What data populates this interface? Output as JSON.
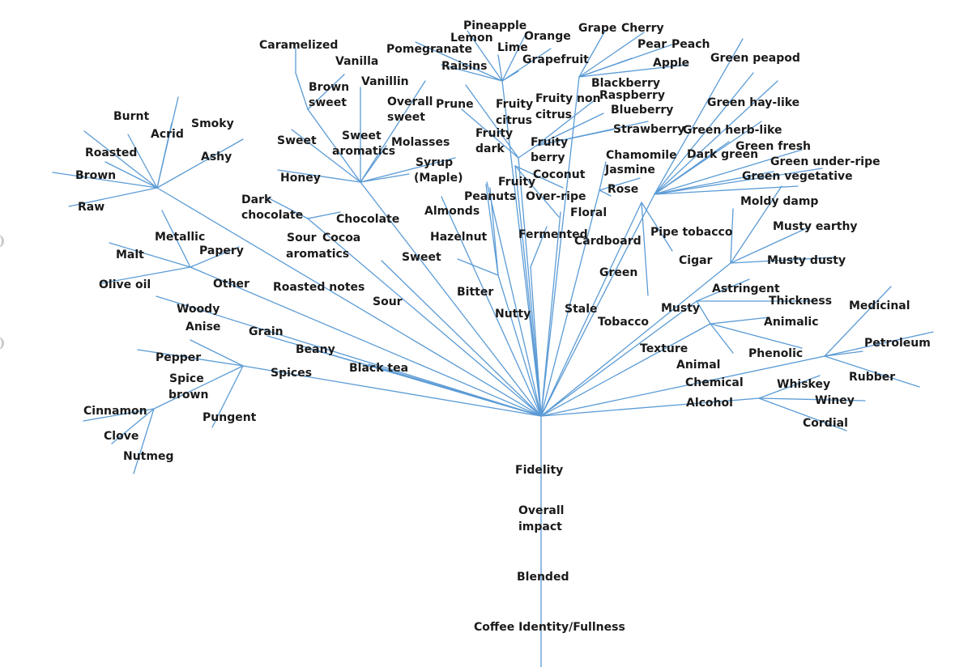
{
  "colors": {
    "branch": "#5b9bd5",
    "text": "#1a1a1a",
    "background": "#ffffff"
  },
  "labels": {
    "pineapple": "Pineapple",
    "lemon": "Lemon",
    "orange": "Orange",
    "lime": "Lime",
    "grape": "Grape",
    "cherry": "Cherry",
    "pear": "Pear",
    "peach": "Peach",
    "grapefruit": "Grapefruit",
    "apple": "Apple",
    "pomegranate": "Pomegranate",
    "raisins": "Raisins",
    "green_peapod": "Green peapod",
    "caramelized": "Caramelized",
    "vanilla": "Vanilla",
    "vanillin": "Vanillin",
    "brown_sweet_1": "Brown",
    "brown_sweet_2": "sweet",
    "overall_sweet_1": "Overall",
    "overall_sweet_2": "sweet",
    "prune": "Prune",
    "fruity_citrus_1": "Fruity",
    "fruity_citrus_2": "citrus",
    "fruity_non_citrus_1": "Fruity non",
    "fruity_non_citrus_2": "citrus",
    "blackberry": "Blackberry",
    "raspberry": "Raspberry",
    "blueberry": "Blueberry",
    "strawberry": "Strawberry",
    "green_hay_like": "Green hay-like",
    "green_herb_like": "Green herb-like",
    "dark_green": "Dark green",
    "green_fresh": "Green fresh",
    "green_under_ripe": "Green under-ripe",
    "green_vegetative": "Green vegetative",
    "burnt": "Burnt",
    "acrid": "Acrid",
    "smoky": "Smoky",
    "roasted": "Roasted",
    "ashy": "Ashy",
    "brown": "Brown",
    "raw": "Raw",
    "sweet_1": "Sweet",
    "sweet_aromatics_1": "Sweet",
    "sweet_aromatics_2": "aromatics",
    "molasses": "Molasses",
    "fruity_dark_1": "Fruity",
    "fruity_dark_2": "dark",
    "fruity_berry_1": "Fruity",
    "fruity_berry_2": "berry",
    "coconut": "Coconut",
    "chamomile": "Chamomile",
    "jasmine": "Jasmine",
    "honey": "Honey",
    "syrup_1": "Syrup",
    "syrup_2": "(Maple)",
    "fruity": "Fruity",
    "peanuts": "Peanuts",
    "over_ripe": "Over-ripe",
    "rose": "Rose",
    "moldy_damp": "Moldy damp",
    "dark_chocolate_1": "Dark",
    "dark_chocolate_2": "chocolate",
    "chocolate": "Chocolate",
    "almonds": "Almonds",
    "floral": "Floral",
    "musty_earthy": "Musty earthy",
    "metallic": "Metallic",
    "sour_aromatics_1": "Sour",
    "sour_aromatics_2": "aromatics",
    "cocoa": "Cocoa",
    "hazelnut": "Hazelnut",
    "fermented": "Fermented",
    "cardboard": "Cardboard",
    "pipe_tobacco": "Pipe tobacco",
    "papery": "Papery",
    "malt": "Malt",
    "sweet_2": "Sweet",
    "cigar": "Cigar",
    "musty_dusty": "Musty dusty",
    "green": "Green",
    "olive_oil": "Olive oil",
    "other": "Other",
    "roasted_notes": "Roasted notes",
    "bitter": "Bitter",
    "astringent": "Astringent",
    "sour": "Sour",
    "thickness": "Thickness",
    "medicinal": "Medicinal",
    "woody": "Woody",
    "stale": "Stale",
    "musty": "Musty",
    "nutty": "Nutty",
    "anise": "Anise",
    "tobacco": "Tobacco",
    "animalic": "Animalic",
    "grain": "Grain",
    "beany": "Beany",
    "texture": "Texture",
    "petroleum": "Petroleum",
    "pepper": "Pepper",
    "phenolic": "Phenolic",
    "black_tea": "Black tea",
    "animal": "Animal",
    "spices": "Spices",
    "rubber": "Rubber",
    "spice_brown_1": "Spice",
    "spice_brown_2": "brown",
    "chemical": "Chemical",
    "whiskey": "Whiskey",
    "alcohol": "Alcohol",
    "winey": "Winey",
    "cinnamon": "Cinnamon",
    "pungent": "Pungent",
    "cordial": "Cordial",
    "clove": "Clove",
    "nutmeg": "Nutmeg",
    "fidelity": "Fidelity",
    "overall_impact_1": "Overall",
    "overall_impact_2": "impact",
    "blended": "Blended",
    "coffee_identity": "Coffee Identity/Fullness"
  }
}
